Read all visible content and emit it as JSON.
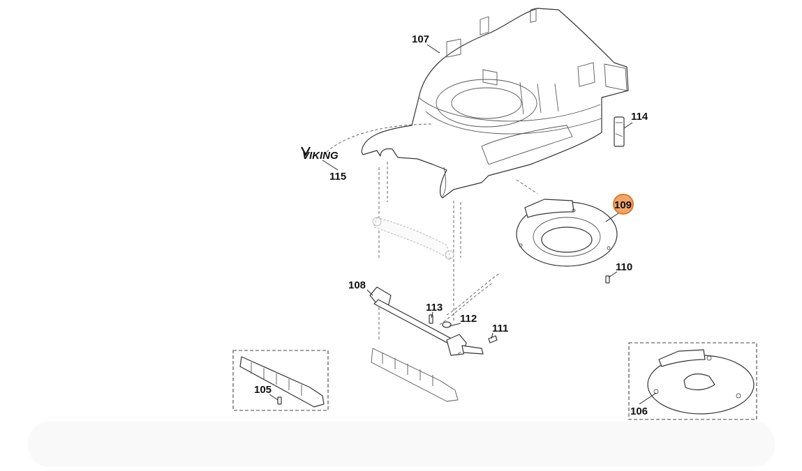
{
  "diagram": {
    "brand_logo": "VIKING",
    "highlight_color": "#e07a2a",
    "callouts": [
      {
        "id": "c105",
        "label": "105",
        "highlighted": false
      },
      {
        "id": "c106",
        "label": "106",
        "highlighted": false
      },
      {
        "id": "c107",
        "label": "107",
        "highlighted": false
      },
      {
        "id": "c108",
        "label": "108",
        "highlighted": false
      },
      {
        "id": "c109",
        "label": "109",
        "highlighted": true
      },
      {
        "id": "c110",
        "label": "110",
        "highlighted": false
      },
      {
        "id": "c111",
        "label": "111",
        "highlighted": false
      },
      {
        "id": "c112",
        "label": "112",
        "highlighted": false
      },
      {
        "id": "c113",
        "label": "113",
        "highlighted": false
      },
      {
        "id": "c114",
        "label": "114",
        "highlighted": false
      },
      {
        "id": "c115",
        "label": "115",
        "highlighted": false
      }
    ]
  }
}
